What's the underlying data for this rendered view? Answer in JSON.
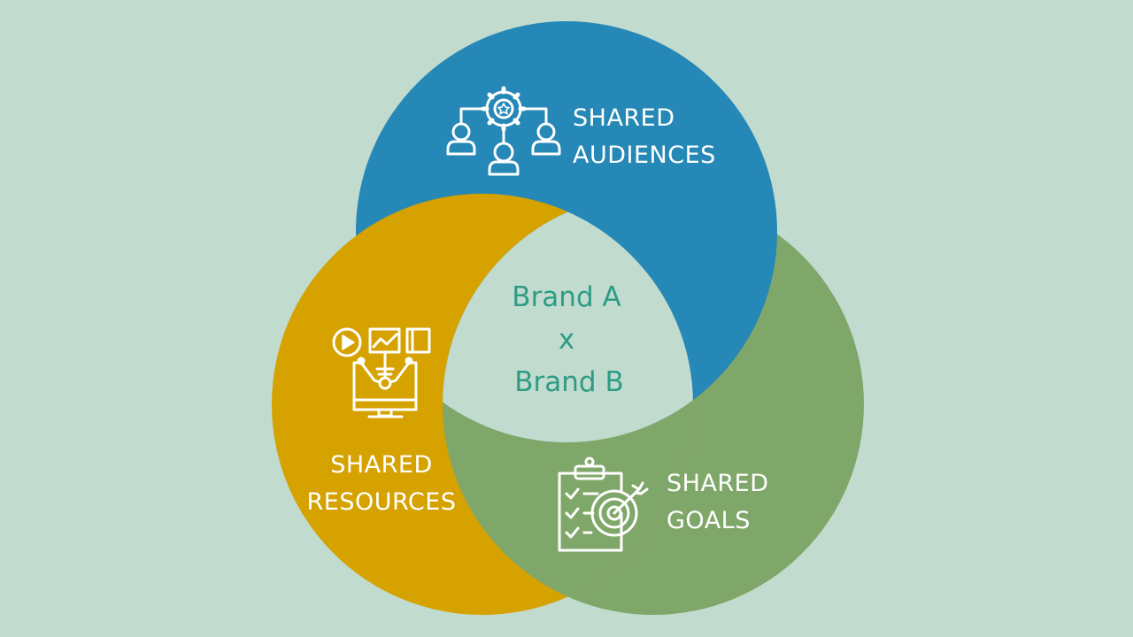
{
  "colors": {
    "background": "#c1dbcf",
    "audiences": "#2588b6",
    "resources": "#d5a200",
    "goals": "#80a76a",
    "center_fill": "#c1dbcf",
    "center_text": "#2e9c85",
    "icon": "#ffffff"
  },
  "audiences": {
    "line1": "SHARED",
    "line2": "AUDIENCES",
    "icon": "team-gear-icon"
  },
  "resources": {
    "line1": "SHARED",
    "line2": "RESOURCES",
    "icon": "media-monitor-icon"
  },
  "goals": {
    "line1": "SHARED",
    "line2": "GOALS",
    "icon": "checklist-target-icon"
  },
  "center": {
    "line1": "Brand A",
    "line2": "x",
    "line3": "Brand B"
  }
}
